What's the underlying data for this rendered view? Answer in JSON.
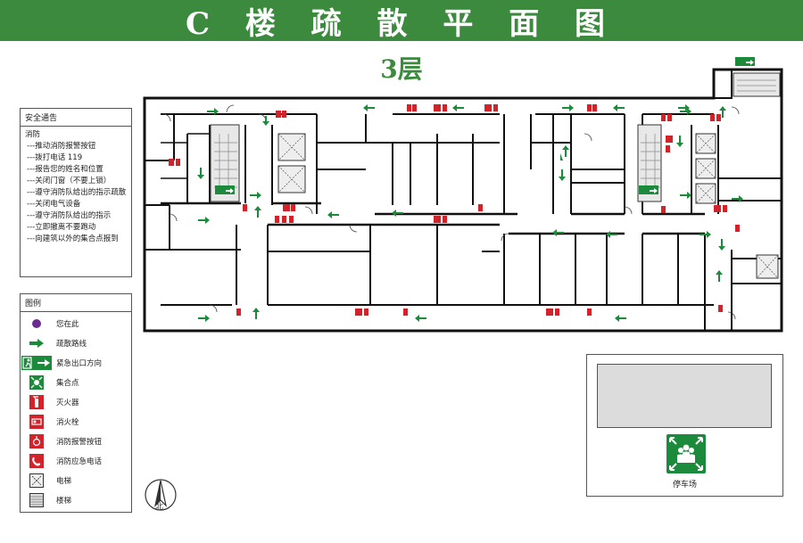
{
  "header": {
    "title": "C 楼 疏 散 平 面 图",
    "floor": "3层"
  },
  "notice": {
    "title": "安全通告",
    "section": "消防",
    "items": [
      "---推动消防报警按钮",
      "---拨打电话 119",
      "---报告您的姓名和位置",
      "---关闭门窗（不要上锁）",
      "---遵守消防队给出的指示疏散",
      "---关闭电气设备",
      "---遵守消防队给出的指示",
      "---立即撤离不要跑动",
      "---向建筑以外的集合点报到"
    ]
  },
  "legend": {
    "title": "图例",
    "items": [
      {
        "icon": "you-are-here-icon",
        "label": "您在此"
      },
      {
        "icon": "evacuation-route-icon",
        "label": "疏散路线"
      },
      {
        "icon": "emergency-exit-icon",
        "label": "紧急出口方向"
      },
      {
        "icon": "assembly-point-icon",
        "label": "集合点"
      },
      {
        "icon": "fire-extinguisher-icon",
        "label": "灭火器"
      },
      {
        "icon": "fire-hydrant-icon",
        "label": "消火栓"
      },
      {
        "icon": "fire-alarm-button-icon",
        "label": "消防报警按钮"
      },
      {
        "icon": "fire-phone-icon",
        "label": "消防应急电话"
      },
      {
        "icon": "elevator-icon",
        "label": "电梯"
      },
      {
        "icon": "stairs-icon",
        "label": "楼梯"
      }
    ]
  },
  "compass": {
    "label": "北"
  },
  "parking": {
    "label": "停车场"
  },
  "colors": {
    "brand_green": "#3b8a3e",
    "sign_green": "#1b8a3a",
    "sign_red": "#d2232a",
    "you_are_here": "#6a2c91"
  }
}
